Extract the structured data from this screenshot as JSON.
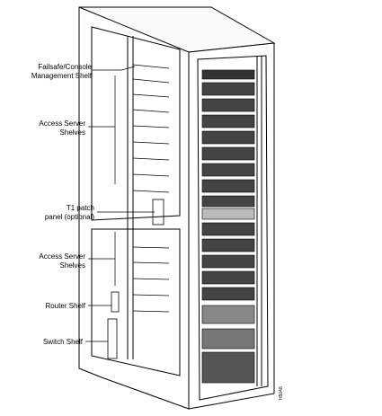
{
  "figure": {
    "callouts": [
      {
        "id": "failsafe",
        "text": "Failsafe/Console\nManagement Shelf"
      },
      {
        "id": "access1",
        "text": "Access Server\nShelves"
      },
      {
        "id": "t1",
        "text": "T1 patch\npanel (optional)"
      },
      {
        "id": "access2",
        "text": "Access Server\nShelves"
      },
      {
        "id": "router",
        "text": "Router Shelf"
      },
      {
        "id": "switch",
        "text": "Switch Shelf"
      }
    ],
    "figure_id": "H5048"
  }
}
